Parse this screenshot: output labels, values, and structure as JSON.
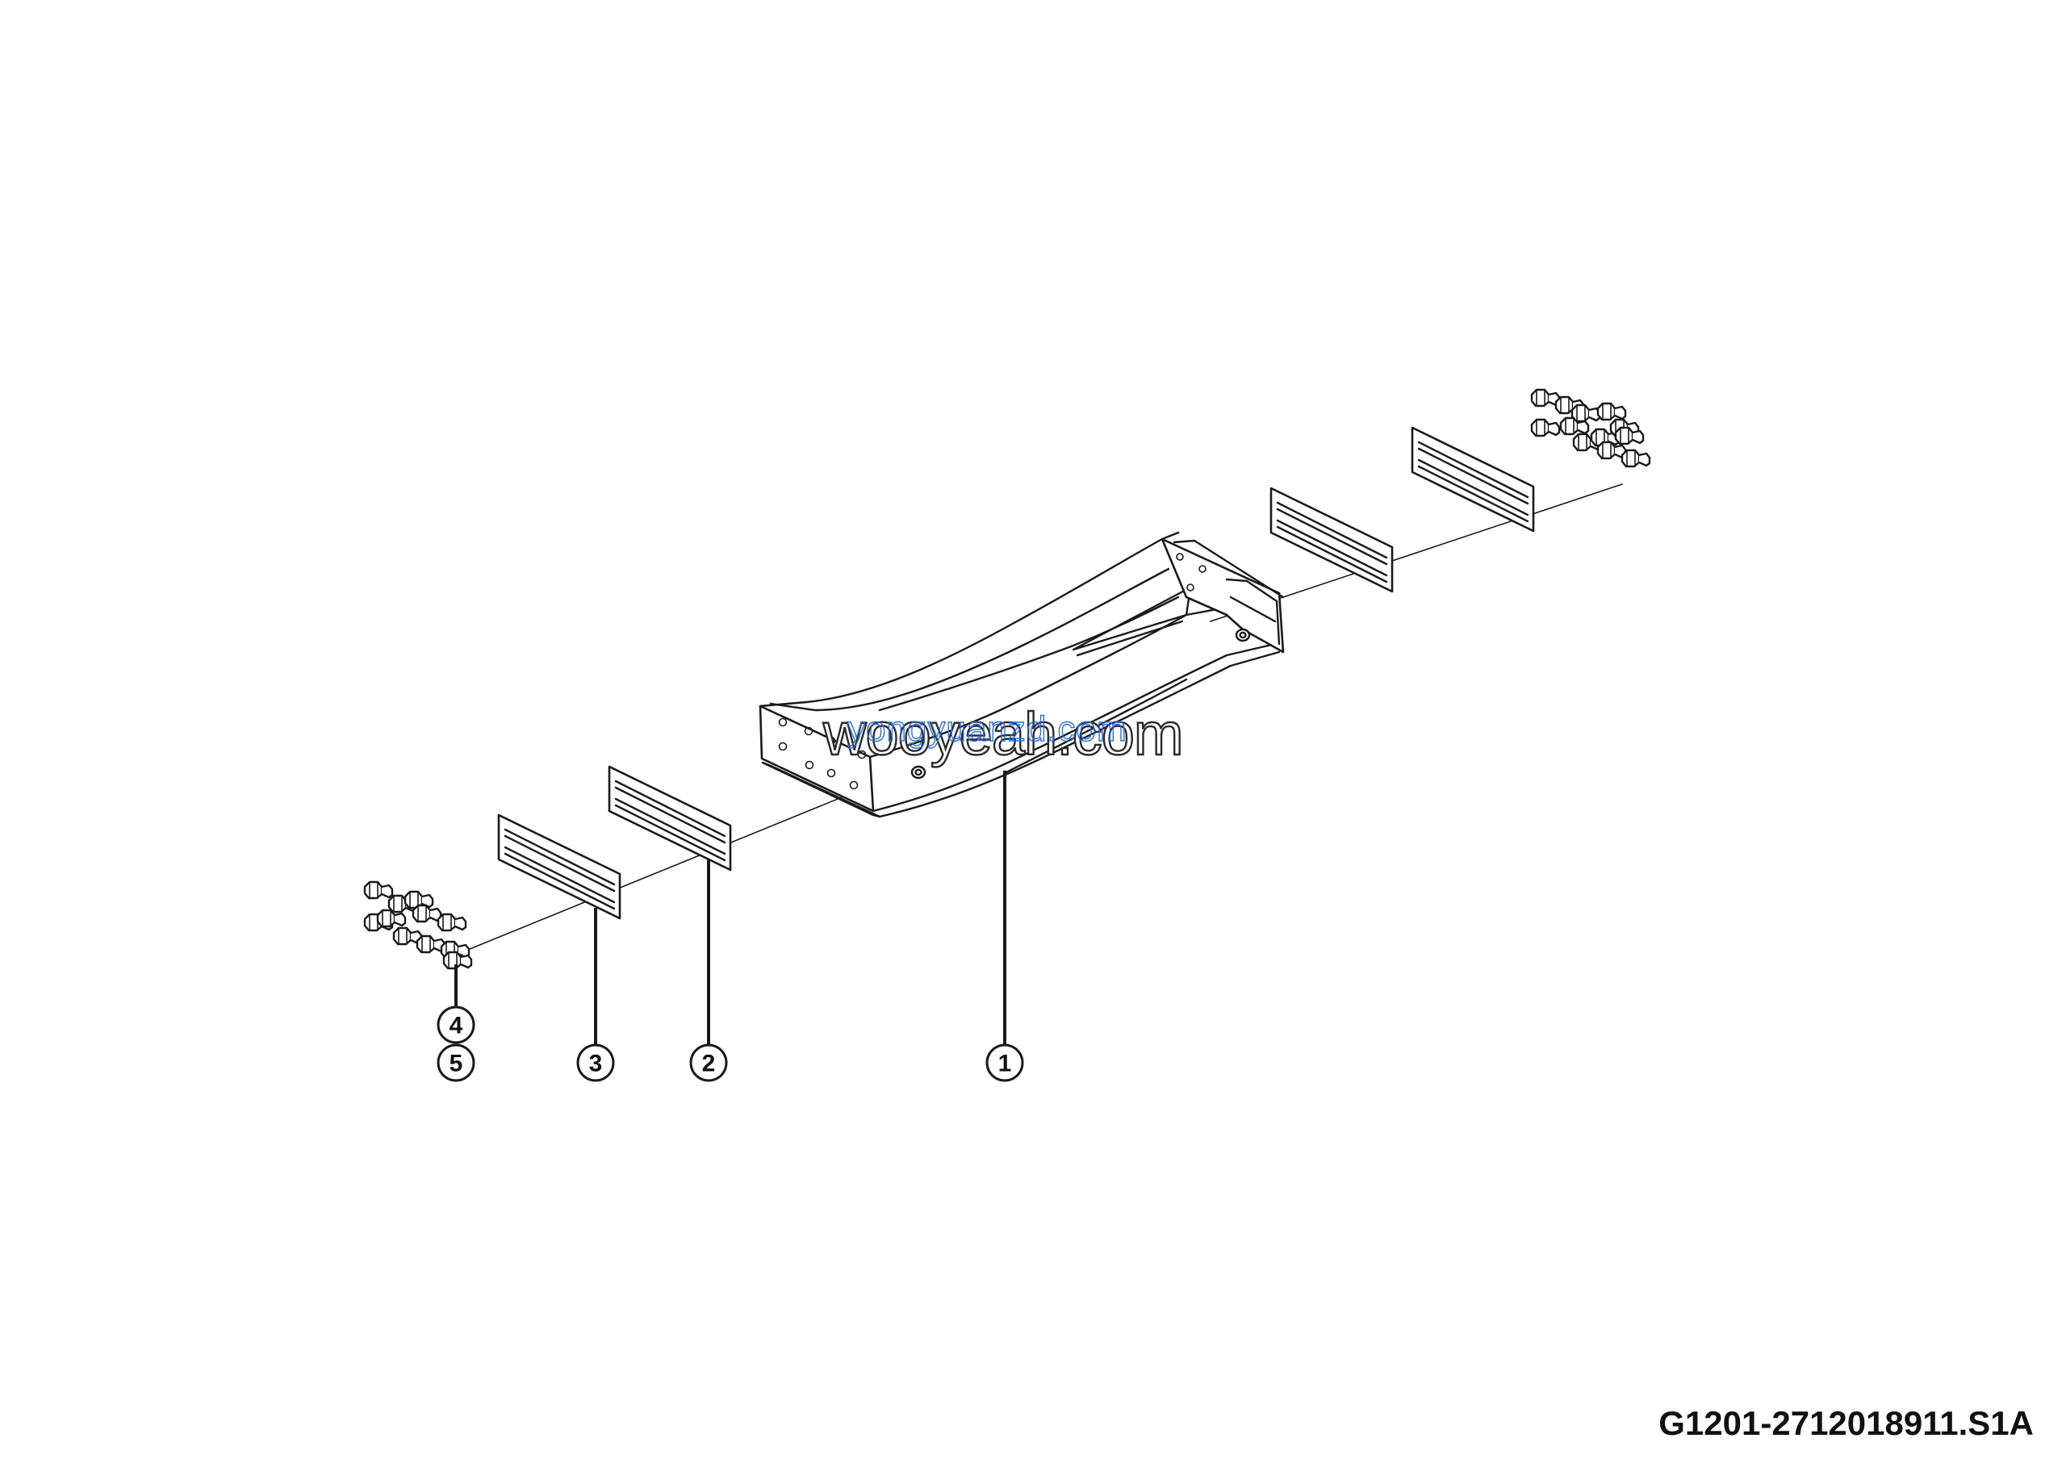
{
  "diagram": {
    "callouts": [
      {
        "id": "1",
        "label": "1"
      },
      {
        "id": "2",
        "label": "2"
      },
      {
        "id": "3",
        "label": "3"
      },
      {
        "id": "4",
        "label": "4"
      },
      {
        "id": "5",
        "label": "5"
      }
    ],
    "watermarks": {
      "primary": "wooyeah.com",
      "secondary": "yongyuanzd.com"
    },
    "drawing_code": "G1201-2712018911.S1A"
  }
}
